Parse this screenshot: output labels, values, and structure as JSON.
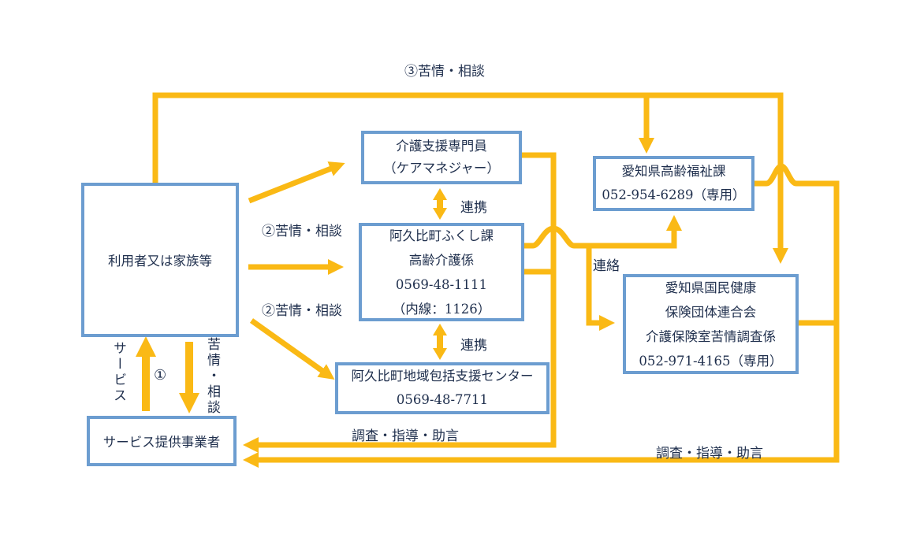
{
  "diagram": {
    "colors": {
      "arrow": "#FAB915",
      "box_border": "#6C9DD0",
      "text": "#1F2F4D"
    },
    "labels": {
      "top_complaint3": "③苦情・相談",
      "complaint2_upper": "②苦情・相談",
      "complaint2_lower": "②苦情・相談",
      "renkei_upper": "連携",
      "renkei_lower": "連携",
      "renraku": "連絡",
      "survey_center": "調査・指導・助言",
      "survey_right": "調査・指導・助言",
      "service_vertical": "サービス",
      "number1": "①",
      "complaint_vertical": "苦情・相談"
    },
    "boxes": {
      "user": {
        "lines": [
          "利用者又は家族等"
        ]
      },
      "care_manager": {
        "lines": [
          "介護支援専門員",
          "（ケアマネジャー）"
        ]
      },
      "town_welfare": {
        "lines": [
          "阿久比町ふくし課",
          "高齢介護係",
          "0569-48-1111",
          "（内線：1126）"
        ]
      },
      "community_center": {
        "lines": [
          "阿久比町地域包括支援センター",
          "0569-48-7711"
        ]
      },
      "pref_welfare": {
        "lines": [
          "愛知県高齢福祉課",
          "052-954-6289（専用）"
        ]
      },
      "kokuho": {
        "lines": [
          "愛知県国民健康",
          "保険団体連合会",
          "介護保険室苦情調査係",
          "052-971-4165（専用）"
        ]
      },
      "provider": {
        "lines": [
          "サービス提供事業者"
        ]
      }
    }
  }
}
